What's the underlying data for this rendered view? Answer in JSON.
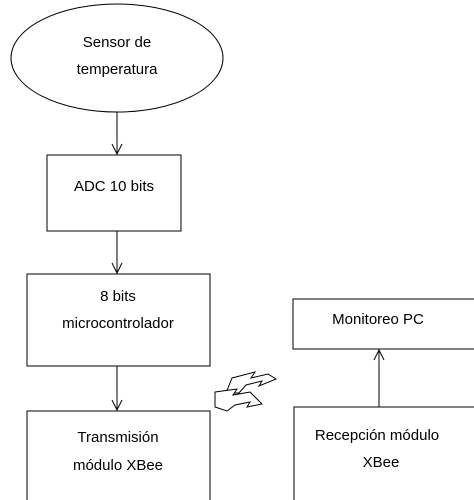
{
  "diagram": {
    "nodes": {
      "sensor": {
        "line1": "Sensor de",
        "line2": "temperatura"
      },
      "adc": {
        "line1": "ADC 10 bits"
      },
      "micro": {
        "line1": "8 bits",
        "line2": "microcontrolador"
      },
      "tx": {
        "line1": "Transmisión",
        "line2": "módulo XBee"
      },
      "pc": {
        "line1": "Monitoreo PC"
      },
      "rx": {
        "line1": "Recepción módulo",
        "line2": "XBee"
      }
    },
    "edges": [
      {
        "from": "sensor",
        "to": "adc"
      },
      {
        "from": "adc",
        "to": "micro"
      },
      {
        "from": "micro",
        "to": "tx"
      },
      {
        "from": "rx",
        "to": "pc"
      }
    ],
    "wireless_link": {
      "from": "tx",
      "to": "rx",
      "symbol": "lightning-bolt"
    }
  }
}
